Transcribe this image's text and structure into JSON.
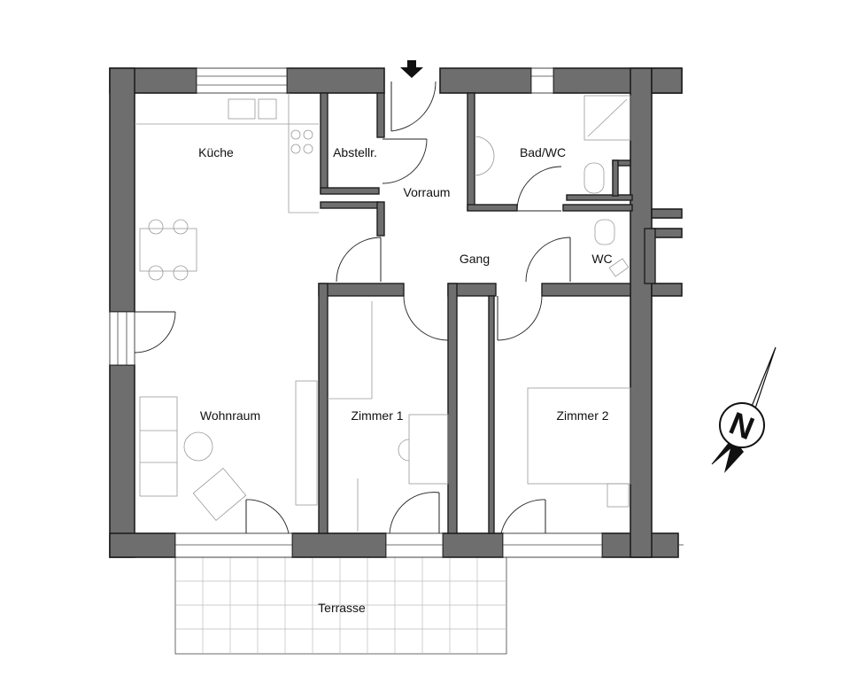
{
  "rooms": {
    "kueche": "Küche",
    "abstellraum": "Abstellr.",
    "vorraum": "Vorraum",
    "bad_wc": "Bad/WC",
    "gang": "Gang",
    "wc": "WC",
    "wohnraum": "Wohnraum",
    "zimmer1": "Zimmer 1",
    "zimmer2": "Zimmer 2",
    "terrasse": "Terrasse"
  },
  "compass": {
    "letter": "N"
  },
  "entrance": {
    "symbol": "arrow-down"
  },
  "colors": {
    "wall": "#6e6e6e",
    "wall_outline": "#1e1e1e",
    "furniture": "#9a9a9a",
    "background": "#ffffff"
  }
}
